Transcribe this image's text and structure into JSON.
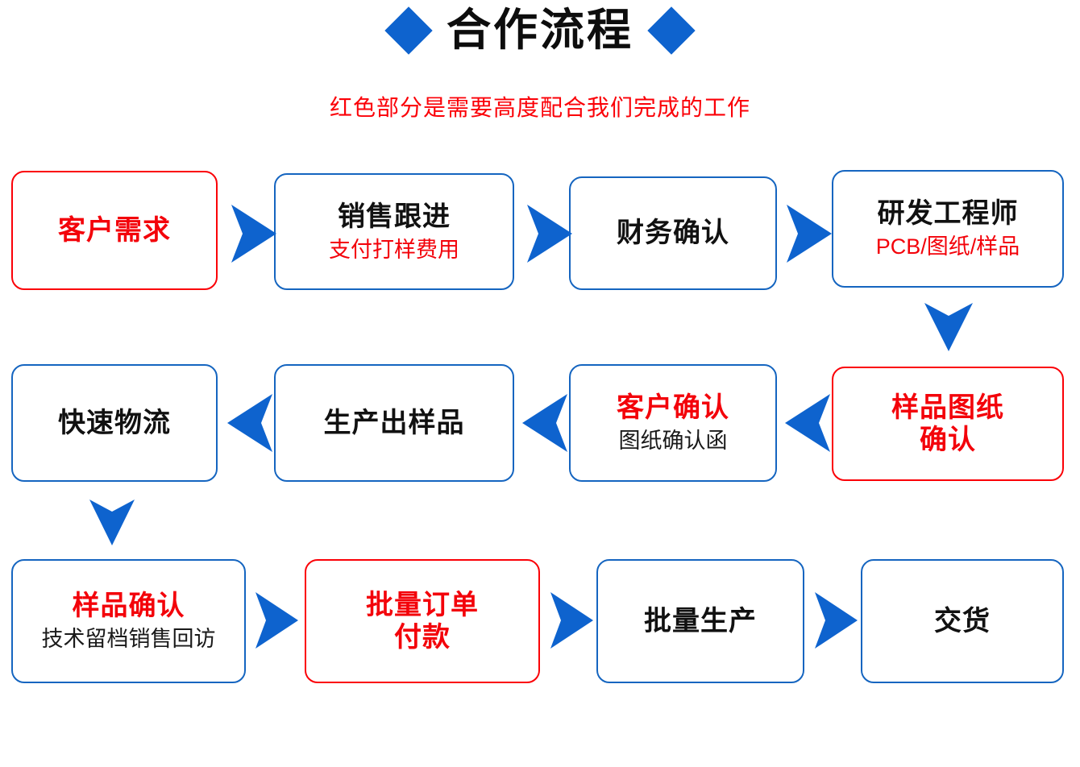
{
  "header": {
    "title": "合作流程",
    "subtitle": "红色部分是需要高度配合我们完成的工作",
    "diamond_left": "diamond-left",
    "diamond_right": "diamond-right"
  },
  "colors": {
    "blue": "#0e63ce",
    "border_blue": "#1565c0",
    "red": "#fb0007",
    "text_red": "#f3020a",
    "black": "#111111",
    "background": "#ffffff"
  },
  "flow": {
    "rows": [
      {
        "direction": "left-to-right",
        "boxes": [
          {
            "title": "客户需求",
            "subtitle": "",
            "border": "red",
            "title_color": "red",
            "sub_color": "red"
          },
          {
            "title": "销售跟进",
            "subtitle": "支付打样费用",
            "border": "blue",
            "title_color": "black",
            "sub_color": "red"
          },
          {
            "title": "财务确认",
            "subtitle": "",
            "border": "blue",
            "title_color": "black",
            "sub_color": "red"
          },
          {
            "title": "研发工程师",
            "subtitle": "PCB/图纸/样品",
            "border": "blue",
            "title_color": "black",
            "sub_color": "red"
          }
        ]
      },
      {
        "direction": "right-to-left",
        "boxes": [
          {
            "title": "快速物流",
            "subtitle": "",
            "border": "blue",
            "title_color": "black",
            "sub_color": "black"
          },
          {
            "title": "生产出样品",
            "subtitle": "",
            "border": "blue",
            "title_color": "black",
            "sub_color": "black"
          },
          {
            "title": "客户确认",
            "subtitle": "图纸确认函",
            "border": "blue",
            "title_color": "red",
            "sub_color": "black"
          },
          {
            "title": "样品图纸\n确认",
            "subtitle": "",
            "border": "red",
            "title_color": "red",
            "sub_color": "red"
          }
        ]
      },
      {
        "direction": "left-to-right",
        "boxes": [
          {
            "title": "样品确认",
            "subtitle": "技术留档销售回访",
            "border": "blue",
            "title_color": "red",
            "sub_color": "black"
          },
          {
            "title": "批量订单\n付款",
            "subtitle": "",
            "border": "red",
            "title_color": "red",
            "sub_color": "red"
          },
          {
            "title": "批量生产",
            "subtitle": "",
            "border": "blue",
            "title_color": "black",
            "sub_color": "black"
          },
          {
            "title": "交货",
            "subtitle": "",
            "border": "blue",
            "title_color": "black",
            "sub_color": "black"
          }
        ]
      }
    ],
    "connectors": [
      {
        "name": "arrow-row1-box1-to-box2",
        "direction": "right"
      },
      {
        "name": "arrow-row1-box2-to-box3",
        "direction": "right"
      },
      {
        "name": "arrow-row1-box3-to-box4",
        "direction": "right"
      },
      {
        "name": "arrow-row1-box4-to-row2-box4",
        "direction": "down"
      },
      {
        "name": "arrow-row2-box4-to-box3",
        "direction": "left"
      },
      {
        "name": "arrow-row2-box3-to-box2",
        "direction": "left"
      },
      {
        "name": "arrow-row2-box2-to-box1",
        "direction": "left"
      },
      {
        "name": "arrow-row2-box1-to-row3-box1",
        "direction": "down"
      },
      {
        "name": "arrow-row3-box1-to-box2",
        "direction": "right"
      },
      {
        "name": "arrow-row3-box2-to-box3",
        "direction": "right"
      },
      {
        "name": "arrow-row3-box3-to-box4",
        "direction": "right"
      }
    ]
  }
}
